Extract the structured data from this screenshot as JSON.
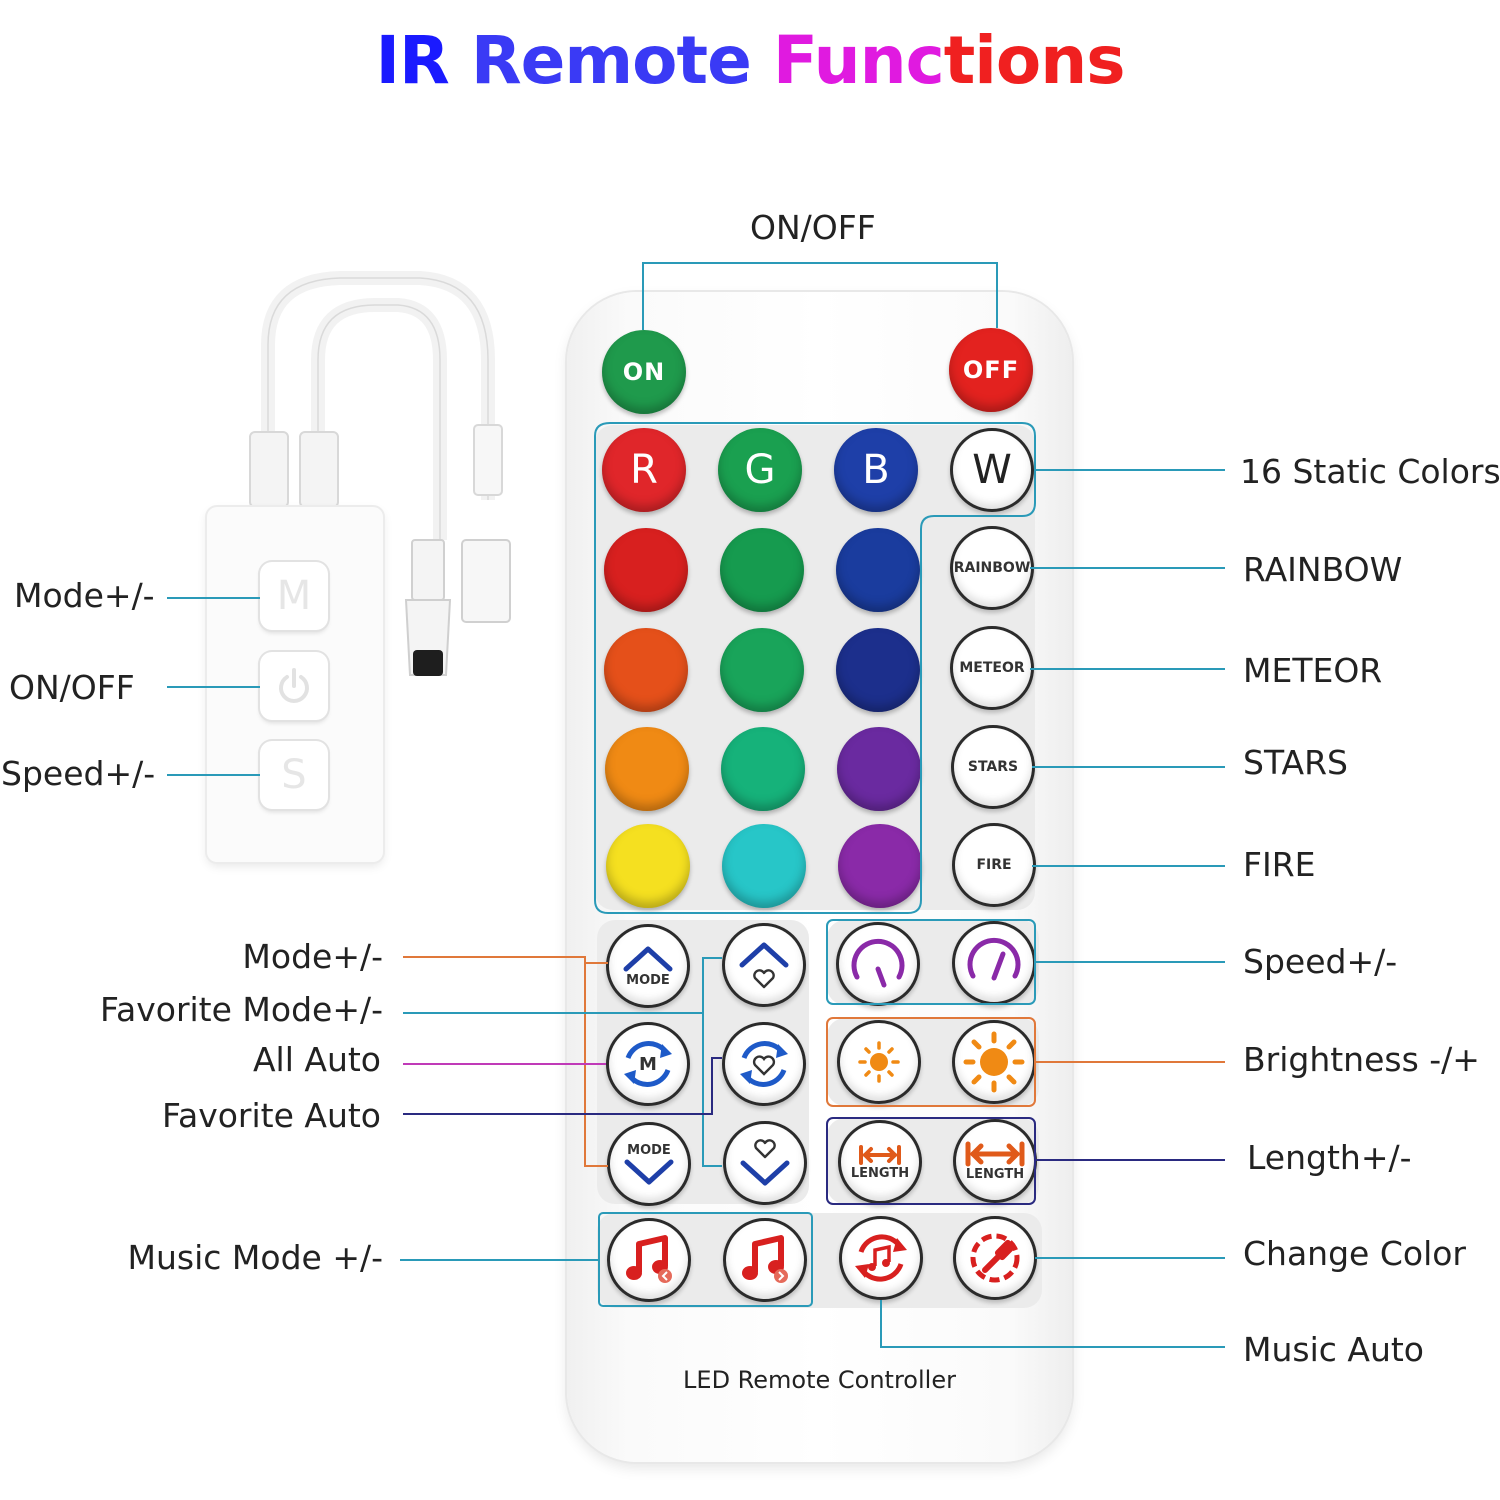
{
  "title": {
    "parts": [
      {
        "text": "IR ",
        "color": "#1a1aff"
      },
      {
        "text": "Remote ",
        "color": "#3a3af5"
      },
      {
        "text": "Func",
        "color": "#e01ae0"
      },
      {
        "text": "tions",
        "color": "#f02020"
      }
    ]
  },
  "labels": {
    "on_off_top": "ON/OFF",
    "static_colors": "16 Static Colors",
    "rainbow": "RAINBOW",
    "meteor": "METEOR",
    "stars": "STARS",
    "fire": "FIRE",
    "speed_right": "Speed+/-",
    "brightness": "Brightness -/+",
    "length": "Length+/-",
    "change_color": "Change Color",
    "music_auto": "Music Auto",
    "mode_left": "Mode+/-",
    "favorite_mode": "Favorite Mode+/-",
    "all_auto": "All Auto",
    "favorite_auto": "Favorite Auto",
    "music_mode": "Music Mode +/-",
    "ctrl_mode": "Mode+/-",
    "ctrl_onoff": "ON/OFF",
    "ctrl_speed": "Speed+/-"
  },
  "remote": {
    "on": "ON",
    "off": "OFF",
    "r": "R",
    "g": "G",
    "b": "B",
    "w": "W",
    "rainbow": "RAINBOW",
    "meteor": "METEOR",
    "stars": "STARS",
    "fire": "FIRE",
    "mode": "MODE",
    "mode2": "MODE",
    "m": "M",
    "length1": "LENGTH",
    "length2": "LENGTH",
    "brand": "LED Remote Controller"
  },
  "controller": {
    "m": "M",
    "s": "S"
  },
  "colors": {
    "on": "#1f9a4c",
    "off": "#e3221f",
    "r": "#e0262a",
    "g": "#1aa050",
    "b": "#1e3fa8",
    "row2": [
      "#d8201f",
      "#169b4f",
      "#1a3c9e"
    ],
    "row3": [
      "#e5501a",
      "#19a45a",
      "#1c2f8c"
    ],
    "row4": [
      "#f08a14",
      "#16b27a",
      "#6a2aa0"
    ],
    "row5": [
      "#f5e020",
      "#27c6c8",
      "#8a2aa8"
    ],
    "line_blue": "#2a9ab8",
    "line_orange": "#e0783a",
    "line_magenta": "#c03ab8",
    "line_navy": "#2a2a80"
  }
}
